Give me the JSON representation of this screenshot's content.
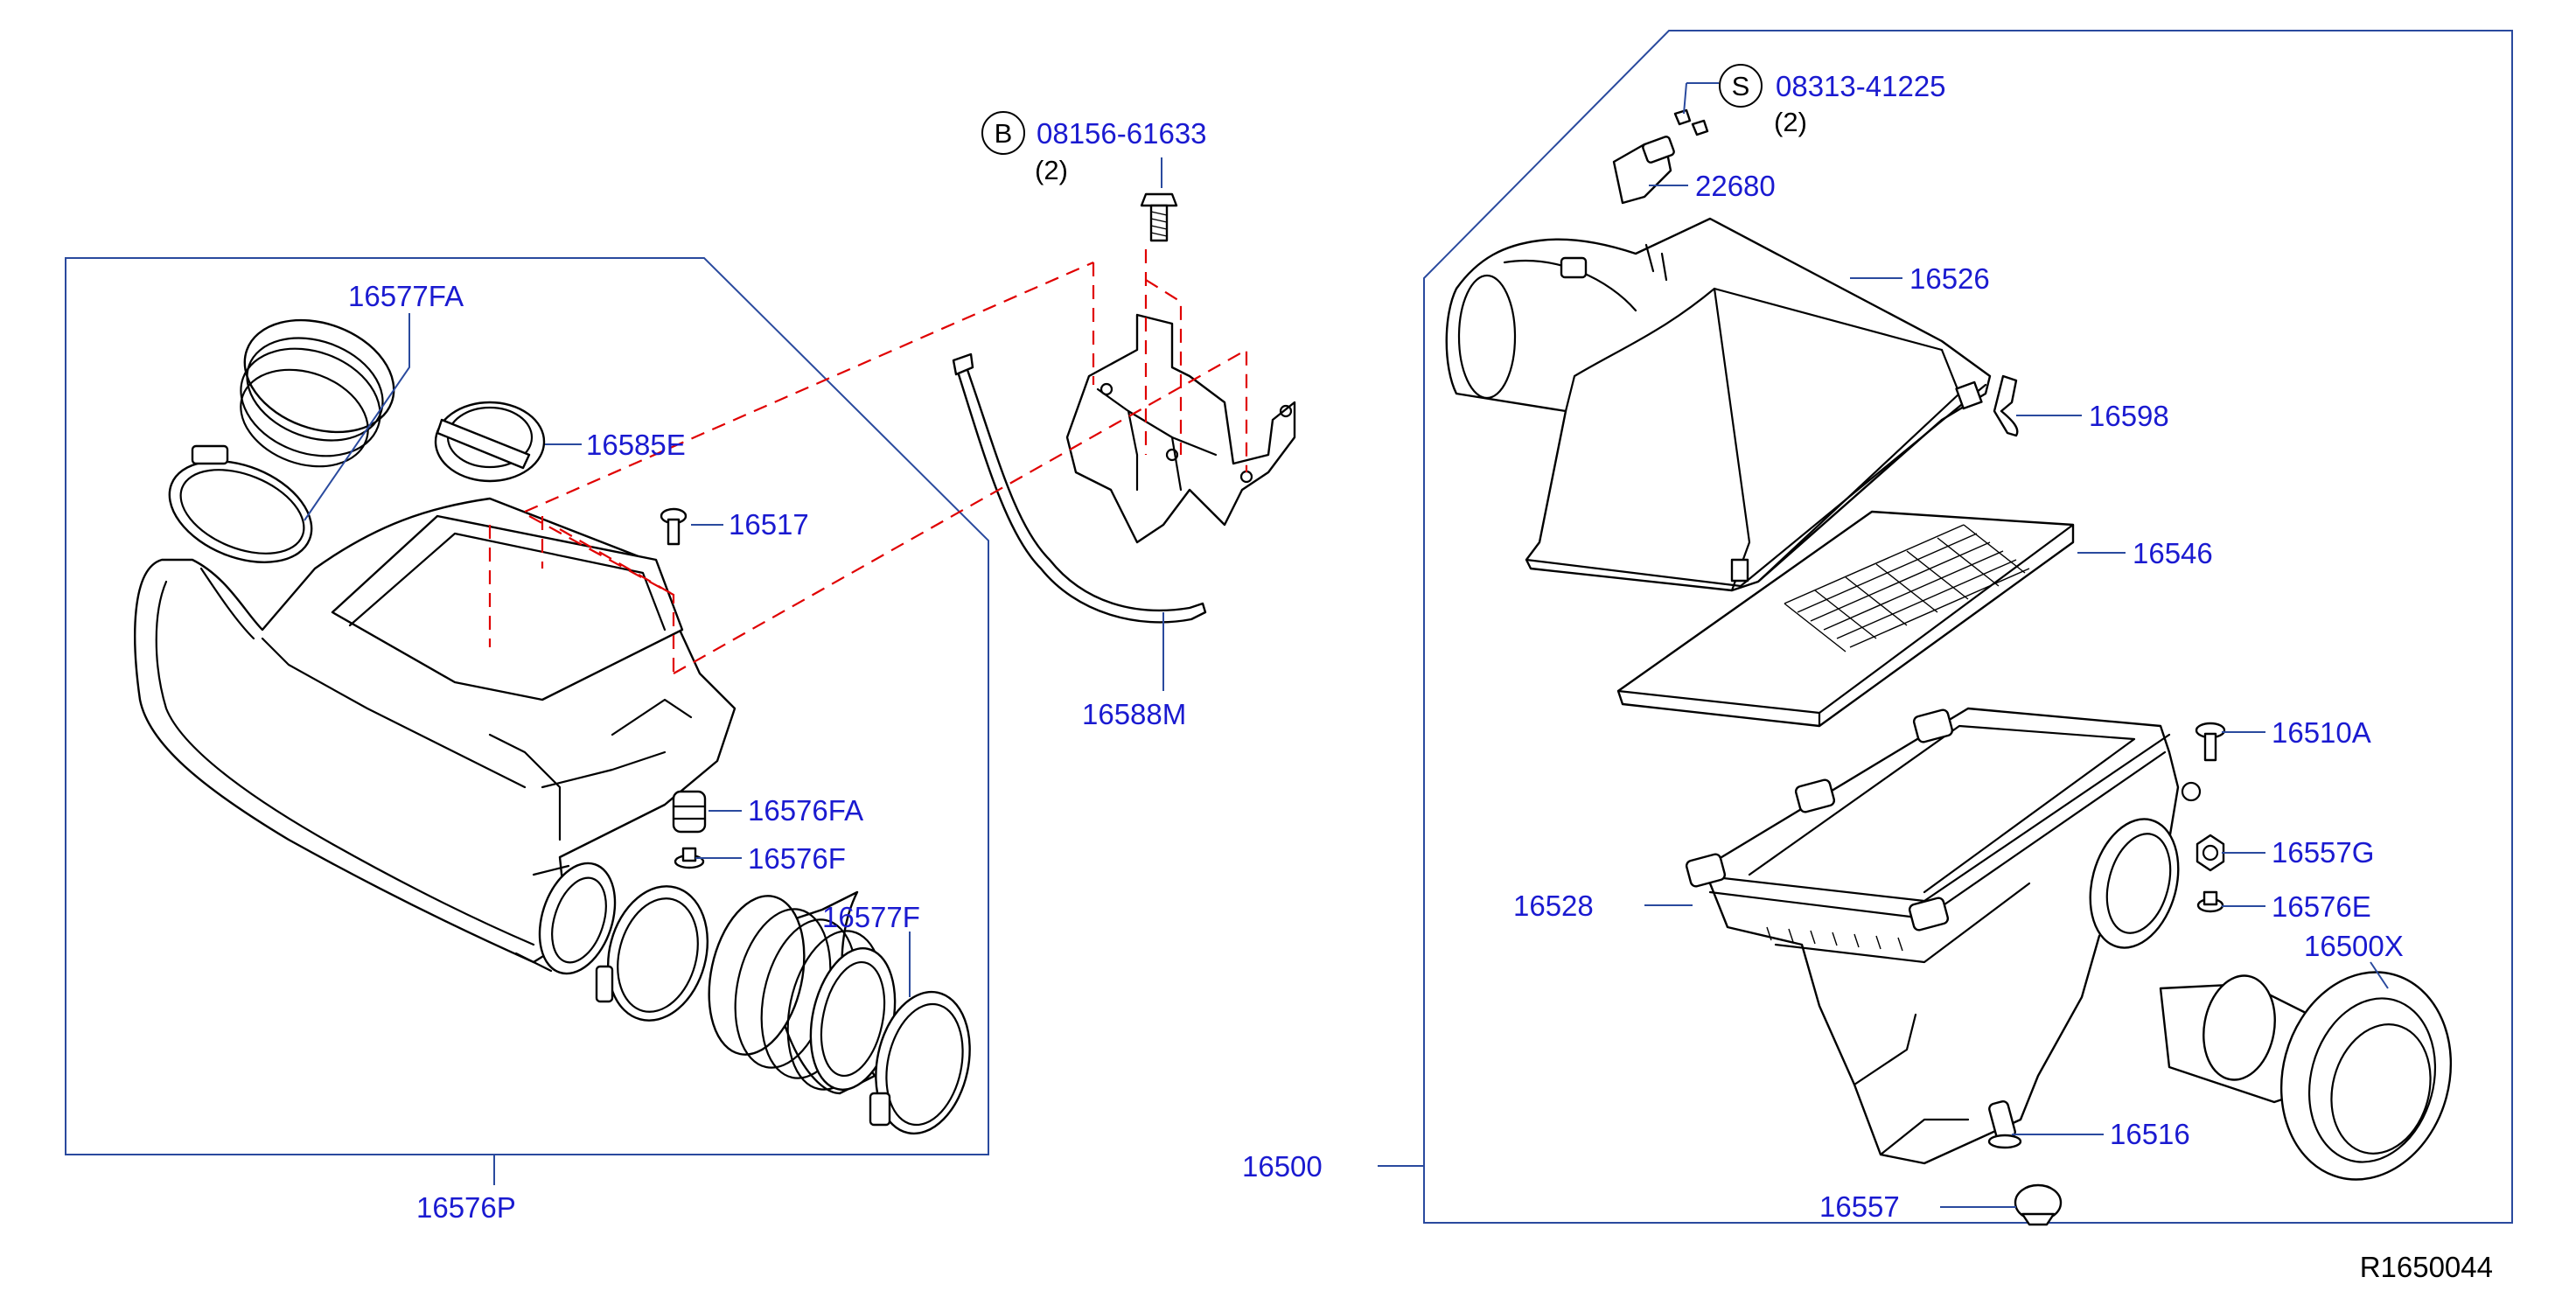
{
  "diagram": {
    "ref_code": "R1650044",
    "labels": {
      "p16577FA": "16577FA",
      "p16585E": "16585E",
      "p16517": "16517",
      "p16576FA": "16576FA",
      "p16576F": "16576F",
      "p16577F": "16577F",
      "p16576P": "16576P",
      "p16588M": "16588M",
      "p22680": "22680",
      "p16526": "16526",
      "p16598": "16598",
      "p16546": "16546",
      "p16510A": "16510A",
      "p16557G": "16557G",
      "p16576E": "16576E",
      "p16500X": "16500X",
      "p16528": "16528",
      "p16500": "16500",
      "p16516": "16516",
      "p16557": "16557"
    },
    "bolt_b": {
      "symbol": "B",
      "part": "08156-61633",
      "qty": "(2)"
    },
    "screw_s": {
      "symbol": "S",
      "part": "08313-41225",
      "qty": "(2)"
    }
  }
}
